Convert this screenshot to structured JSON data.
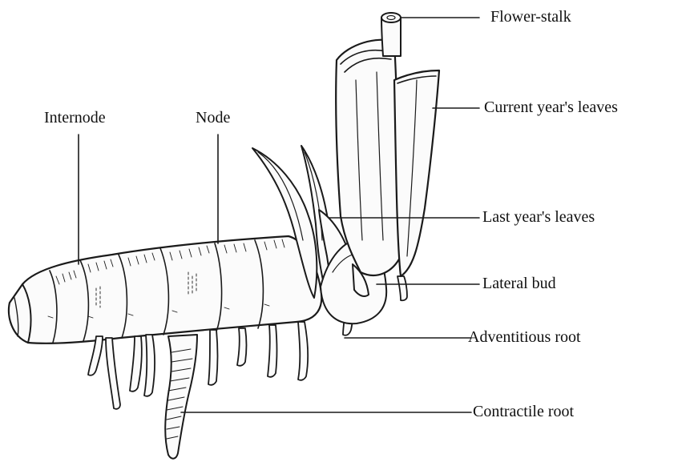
{
  "labels": {
    "flower_stalk": "Flower-stalk",
    "current_leaves": "Current year's leaves",
    "internode": "Internode",
    "node": "Node",
    "last_leaves": "Last year's leaves",
    "lateral_bud": "Lateral bud",
    "adventitious_root": "Adventitious root",
    "contractile_root": "Contractile root"
  },
  "colors": {
    "ink": "#1a1a1a",
    "background": "#ffffff"
  }
}
